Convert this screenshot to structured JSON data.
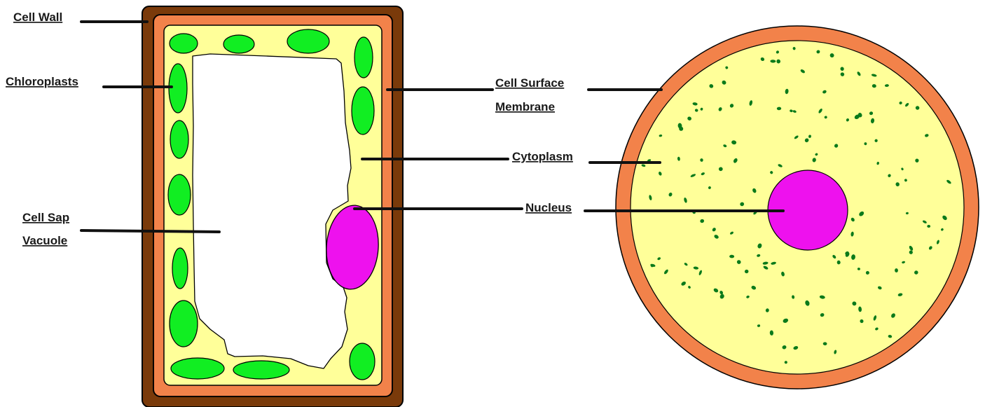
{
  "labels": {
    "cell_wall": "Cell Wall",
    "chloroplasts": "Chloroplasts",
    "cell_sap_1": "Cell Sap",
    "cell_sap_2": "Vacuole",
    "cell_surface_1": "Cell Surface",
    "cell_surface_2": "Membrane",
    "cytoplasm": "Cytoplasm",
    "nucleus": "Nucleus"
  },
  "colors": {
    "cell_wall": "#7a3a0a",
    "membrane": "#f2824a",
    "cytoplasm": "#ffff99",
    "vacuole": "#ffffff",
    "chloroplast": "#11ee22",
    "nucleus": "#ee11ee",
    "granules": "#0a7a1a",
    "pointer_lines": "#111111"
  }
}
